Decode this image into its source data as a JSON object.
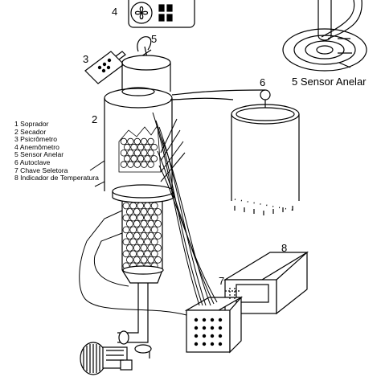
{
  "labels": {
    "n1": "",
    "n2": "2",
    "n3": "3",
    "n4": "4",
    "n5": "5",
    "n6": "6",
    "n7": "7",
    "n8": "8"
  },
  "sensor_title": "5 Sensor Anelar",
  "legend": [
    "1 Soprador",
    "2 Secador",
    "3 Psicrômetro",
    "4 Anemômetro",
    "5 Sensor Anelar",
    "6 Autoclave",
    "7 Chave Seletora",
    "8 Indicador de Temperatura"
  ]
}
